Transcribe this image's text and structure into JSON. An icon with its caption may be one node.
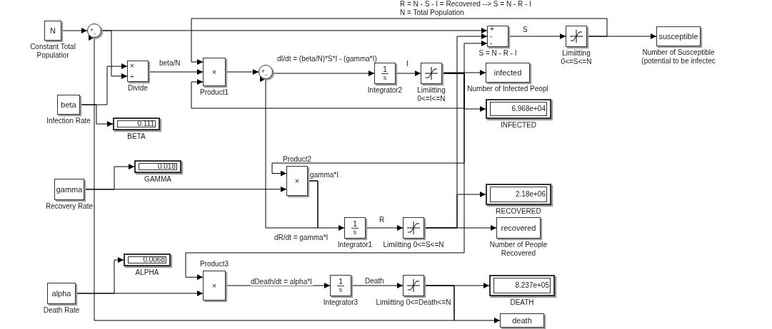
{
  "diagram": {
    "nodes": [
      {
        "text": [
          "N"
        ],
        "beside": [
          "Constant Total Populatior"
        ]
      },
      {
        "text": [
          "+",
          "-"
        ]
      },
      {
        "text": [
          "beta"
        ],
        "beside": [
          "Infection Rate"
        ]
      },
      {
        "text": [
          "×",
          "÷"
        ],
        "beside": [
          "Divide"
        ]
      },
      {
        "text": [
          "0.111"
        ],
        "beside": [
          "BETA"
        ]
      },
      {
        "text": [
          "×"
        ],
        "beside": [
          "Product1"
        ]
      },
      {
        "text": [
          "+",
          "-"
        ]
      },
      {
        "text": [
          "1",
          "s"
        ],
        "beside": [
          "Integrator2"
        ]
      },
      {
        "text": [],
        "shape": "box",
        "beside": [
          "Limiitting 0<=I<=N"
        ]
      },
      {
        "text": [
          "+",
          "-",
          "-"
        ],
        "beside": [
          "S = N - R - I"
        ]
      },
      {
        "text": [],
        "shape": "box",
        "beside": [
          "Limiitting 0<=S<=N"
        ]
      },
      {
        "text": [
          "susceptible"
        ],
        "beside": [
          "Number of Susceptible (potential to be infectec"
        ]
      },
      {
        "text": [
          "infected"
        ],
        "beside": [
          "Number of Infected Peopl"
        ]
      },
      {
        "text": [
          "6.968e+04"
        ],
        "beside": [
          "INFECTED"
        ]
      },
      {
        "text": [
          "0.018"
        ],
        "beside": [
          "GAMMA"
        ]
      },
      {
        "text": [
          "gamma"
        ],
        "beside": [
          "Recovery Rate"
        ]
      },
      {
        "text": [
          "×"
        ],
        "beside": [
          "Product2"
        ]
      },
      {
        "text": [
          "2.18e+06"
        ],
        "beside": [
          "RECOVERED"
        ]
      },
      {
        "text": [
          "1",
          "s"
        ],
        "beside": [
          "Integrator1"
        ]
      },
      {
        "text": [],
        "shape": "box",
        "beside": [
          "Limiitting 0<=S<=N"
        ]
      },
      {
        "text": [
          "recovered"
        ],
        "beside": [
          "Number of People Recovered"
        ]
      },
      {
        "text": [
          "0.0068"
        ],
        "beside": [
          "ALPHA"
        ]
      },
      {
        "text": [
          "×"
        ],
        "beside": [
          "Product3"
        ]
      },
      {
        "text": [
          "alpha"
        ],
        "beside": [
          "Death Rate"
        ]
      },
      {
        "text": [
          "1",
          "s"
        ],
        "beside": [
          "Integrator3"
        ]
      },
      {
        "text": [],
        "shape": "box",
        "beside": [
          "Limiitting 0<=Death<=N"
        ]
      },
      {
        "text": [
          "8.237e+05"
        ],
        "beside": [
          "DEATH"
        ]
      },
      {
        "text": [
          "death"
        ]
      }
    ],
    "edges": [
      {
        "from": 0,
        "to": 1,
        "arrow": "to"
      },
      {
        "from": 1,
        "to": 3,
        "arrow": "to"
      },
      {
        "from": 1,
        "to": 9,
        "arrow": "to"
      },
      {
        "from": 2,
        "to": 3,
        "arrow": "to"
      },
      {
        "from": 2,
        "to": 4,
        "arrow": "to"
      },
      {
        "from": 3,
        "to": 5,
        "arrow": "to",
        "label": "beta/N"
      },
      {
        "from": 10,
        "to": 5,
        "arrow": "to"
      },
      {
        "from": 8,
        "to": 5,
        "arrow": "to"
      },
      {
        "from": 5,
        "to": 6,
        "arrow": "to"
      },
      {
        "from": 6,
        "to": 7,
        "arrow": "to",
        "label": "dI/dt = (beta/N)*S*I - (gamma*I)"
      },
      {
        "from": 7,
        "to": 8,
        "arrow": "to",
        "label": "I"
      },
      {
        "from": 8,
        "to": 12,
        "arrow": "to"
      },
      {
        "from": 8,
        "to": 13,
        "arrow": "to"
      },
      {
        "from": 8,
        "to": 9,
        "arrow": "to"
      },
      {
        "from": 19,
        "to": 9,
        "arrow": "to"
      },
      {
        "from": 9,
        "to": 10,
        "arrow": "to",
        "label": "S"
      },
      {
        "from": 10,
        "to": 11,
        "arrow": "to"
      },
      {
        "from": 16,
        "to": 6,
        "arrow": "to",
        "label": "gamma*I"
      },
      {
        "from": 16,
        "to": 18,
        "arrow": "to",
        "label": "dR/dt = gamma*I"
      },
      {
        "from": 8,
        "to": 16,
        "arrow": "to"
      },
      {
        "from": 15,
        "to": 16,
        "arrow": "to"
      },
      {
        "from": 15,
        "to": 14,
        "arrow": "to"
      },
      {
        "from": 19,
        "to": 17,
        "arrow": "to"
      },
      {
        "from": 19,
        "to": 20,
        "arrow": "to"
      },
      {
        "from": 18,
        "to": 19,
        "arrow": "to",
        "label": "R"
      },
      {
        "from": 23,
        "to": 21,
        "arrow": "to"
      },
      {
        "from": 23,
        "to": 22,
        "arrow": "to"
      },
      {
        "from": 8,
        "to": 22,
        "arrow": "to"
      },
      {
        "from": 22,
        "to": 24,
        "arrow": "to",
        "label": "dDeath/dt = alpha*I"
      },
      {
        "from": 24,
        "to": 25,
        "arrow": "to",
        "label": "Death"
      },
      {
        "from": 25,
        "to": 26,
        "arrow": "to"
      },
      {
        "from": 25,
        "to": 27,
        "arrow": "to"
      },
      {
        "from": 25,
        "to": 1,
        "arrow": "to"
      }
    ],
    "labels": [
      "R = N - S - I = Recovered --> S = N - R - I",
      "N = Total Population"
    ]
  }
}
